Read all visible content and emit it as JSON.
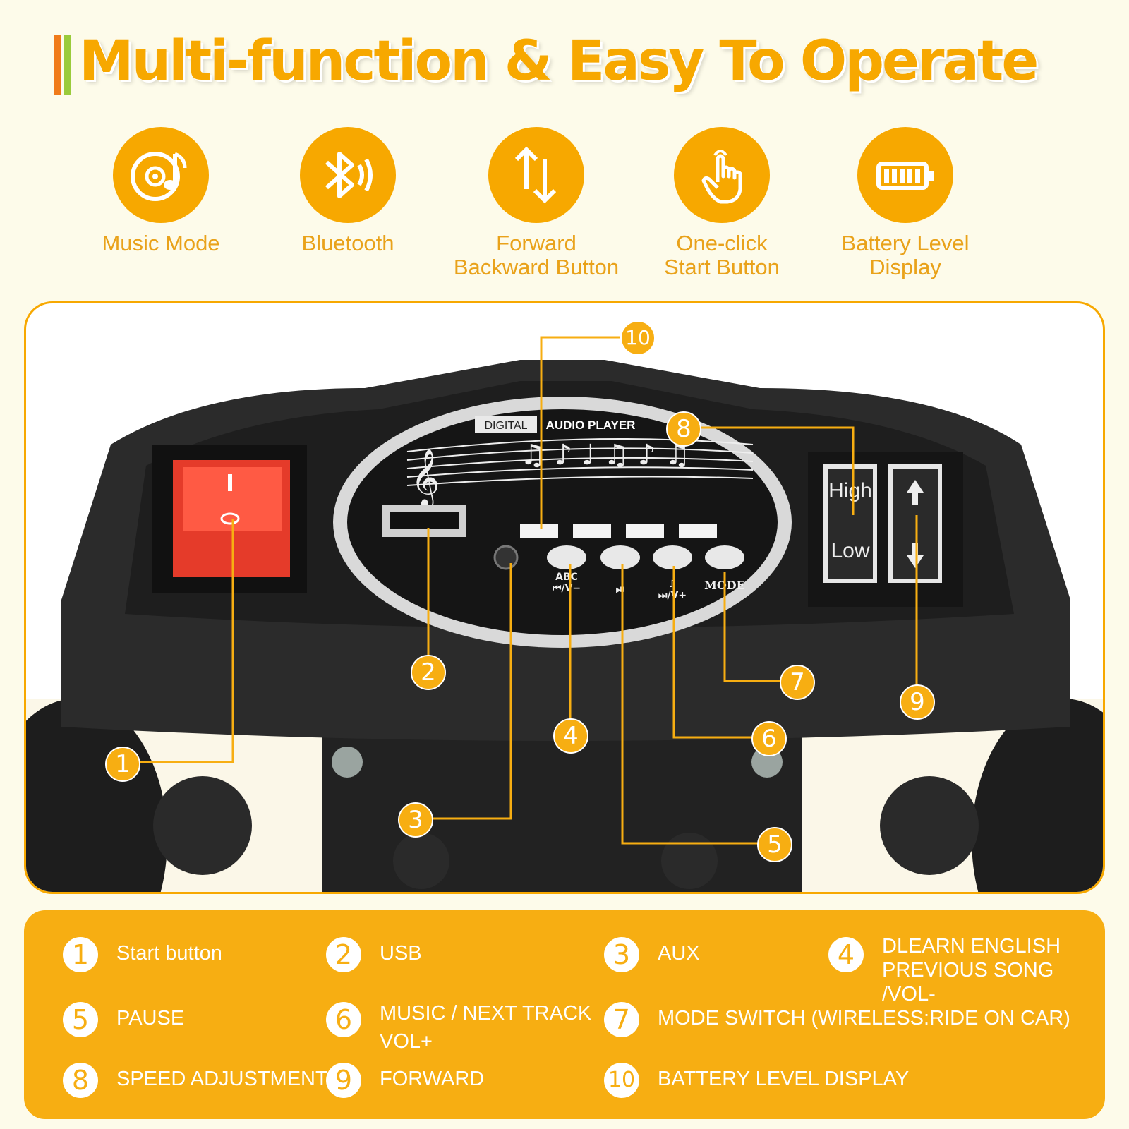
{
  "title": "Multi-function & Easy To Operate",
  "features": [
    {
      "icon": "music-disc-icon",
      "label": "Music Mode"
    },
    {
      "icon": "bluetooth-icon",
      "label": "Bluetooth"
    },
    {
      "icon": "up-down-arrows-icon",
      "label": "Forward\nBackward Button"
    },
    {
      "icon": "touch-hand-icon",
      "label": "One-click\nStart Button"
    },
    {
      "icon": "battery-icon",
      "label": "Battery Level\nDisplay"
    }
  ],
  "panel": {
    "player_label_left": "DIGITAL",
    "player_label_right": "AUDIO PLAYER",
    "button_labels": [
      "ABC\n⏮/V−",
      "⏯",
      "♫\n⏭/V+",
      "MODE"
    ],
    "switch_high": "High",
    "switch_low": "Low",
    "power_on": "I",
    "power_off": "O",
    "callouts": [
      "1",
      "2",
      "3",
      "4",
      "5",
      "6",
      "7",
      "8",
      "9",
      "10"
    ]
  },
  "legend": [
    {
      "num": "1",
      "text": "Start button"
    },
    {
      "num": "2",
      "text": "USB"
    },
    {
      "num": "3",
      "text": "AUX"
    },
    {
      "num": "4",
      "text": "DLEARN ENGLISH\nPREVIOUS SONG /VOL-"
    },
    {
      "num": "5",
      "text": "PAUSE"
    },
    {
      "num": "6",
      "text": "MUSIC / NEXT TRACK\nVOL+"
    },
    {
      "num": "7",
      "text": "MODE SWITCH (WIRELESS:RIDE ON CAR)"
    },
    {
      "num": "8",
      "text": "SPEED ADJUSTMENT"
    },
    {
      "num": "9",
      "text": "FORWARD"
    },
    {
      "num": "10",
      "text": "BATTERY LEVEL DISPLAY"
    }
  ],
  "colors": {
    "accent": "#f7a800",
    "legend_bg": "#f7ae12",
    "background": "#fdfbea"
  }
}
